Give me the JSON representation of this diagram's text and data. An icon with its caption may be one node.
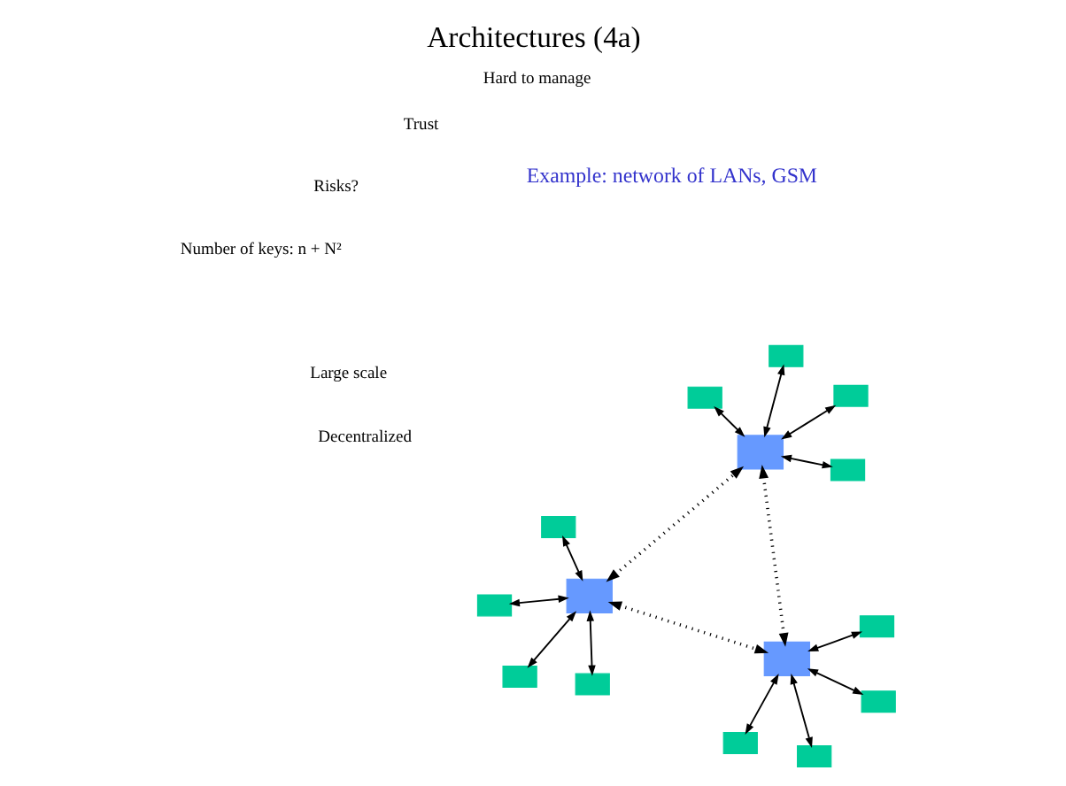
{
  "diagram": {
    "title": "Architectures (4a)",
    "nodes": [
      {
        "text": [],
        "shape": "box"
      },
      {
        "text": [],
        "shape": "box"
      },
      {
        "text": [],
        "shape": "box"
      },
      {
        "text": [],
        "shape": "box"
      },
      {
        "text": [],
        "shape": "box"
      },
      {
        "text": [],
        "shape": "box"
      },
      {
        "text": [],
        "shape": "box"
      },
      {
        "text": [],
        "shape": "box"
      },
      {
        "text": [],
        "shape": "box"
      },
      {
        "text": [],
        "shape": "box"
      },
      {
        "text": [],
        "shape": "box"
      },
      {
        "text": [],
        "shape": "box"
      },
      {
        "text": [],
        "shape": "box"
      },
      {
        "text": [],
        "shape": "box"
      },
      {
        "text": [],
        "shape": "box"
      }
    ],
    "edges": [
      {
        "from": 0,
        "to": 1,
        "arrow": "both",
        "style": "dashed"
      },
      {
        "from": 0,
        "to": 2,
        "arrow": "both",
        "style": "dashed"
      },
      {
        "from": 1,
        "to": 2,
        "arrow": "both",
        "style": "dashed"
      },
      {
        "from": 3,
        "to": 0,
        "arrow": "both"
      },
      {
        "from": 4,
        "to": 0,
        "arrow": "both"
      },
      {
        "from": 5,
        "to": 0,
        "arrow": "both"
      },
      {
        "from": 6,
        "to": 0,
        "arrow": "both"
      },
      {
        "from": 7,
        "to": 1,
        "arrow": "both"
      },
      {
        "from": 8,
        "to": 1,
        "arrow": "both"
      },
      {
        "from": 9,
        "to": 1,
        "arrow": "both"
      },
      {
        "from": 10,
        "to": 1,
        "arrow": "both"
      },
      {
        "from": 11,
        "to": 2,
        "arrow": "both"
      },
      {
        "from": 12,
        "to": 2,
        "arrow": "both"
      },
      {
        "from": 13,
        "to": 2,
        "arrow": "both"
      },
      {
        "from": 14,
        "to": 2,
        "arrow": "both"
      }
    ],
    "labels": [
      "Decentralized",
      "Large scale",
      "Number of keys: n + N²",
      "Risks?",
      "Trust",
      "Hard to manage",
      "Example: network of LANs, GSM"
    ]
  }
}
